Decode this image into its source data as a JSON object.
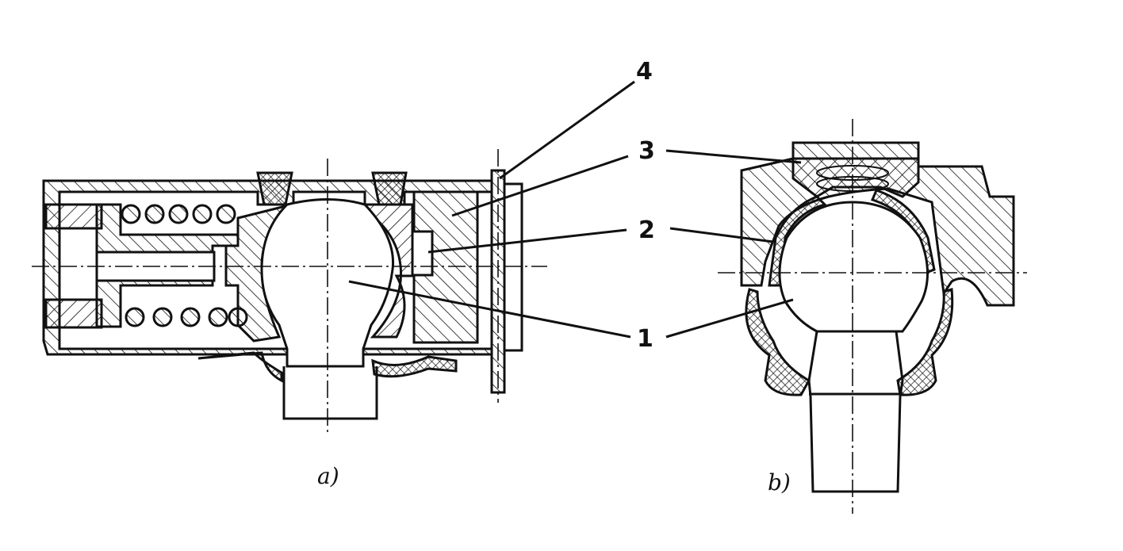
{
  "callouts": [
    "4",
    "3",
    "2",
    "1"
  ],
  "captions": {
    "a": "a)",
    "b": "b)"
  }
}
